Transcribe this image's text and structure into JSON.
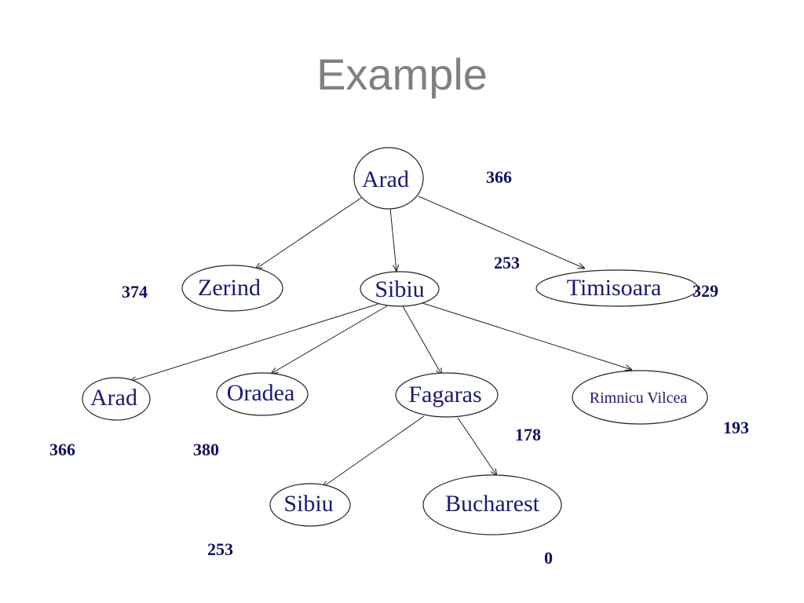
{
  "title": "Example",
  "nodes": {
    "arad_root": "Arad",
    "zerind": "Zerind",
    "sibiu": "Sibiu",
    "timisoara": "Timisoara",
    "arad_2": "Arad",
    "oradea": "Oradea",
    "fagaras": "Fagaras",
    "rimnicu_vilcea": "Rimnicu Vilcea",
    "sibiu_2": "Sibiu",
    "bucharest": "Bucharest"
  },
  "heuristics": {
    "arad_root": "366",
    "zerind": "374",
    "sibiu": "253",
    "timisoara": "329",
    "arad_2": "366",
    "oradea": "380",
    "fagaras": "178",
    "rimnicu_vilcea": "193",
    "sibiu_2": "253",
    "bucharest": "0"
  },
  "colors": {
    "node_text": "#1a1a6e",
    "number_text": "#101060",
    "title": "#808080"
  }
}
